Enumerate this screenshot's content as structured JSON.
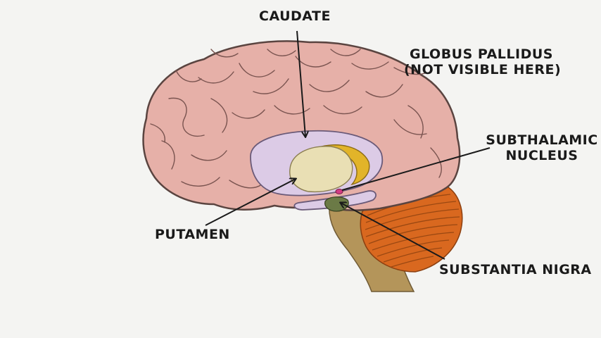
{
  "labels": {
    "caudate": "CAUDATE",
    "globus_pallidus_line1": "GLOBUS PALLIDUS",
    "globus_pallidus_line2": "(NOT VISIBLE HERE)",
    "subthalamic_line1": "SUBTHALAMIC",
    "subthalamic_line2": "NUCLEUS",
    "putamen": "PUTAMEN",
    "substantia_nigra": "SUBSTANTIA NIGRA"
  },
  "colors": {
    "background": "#f4f4f2",
    "cortex": "#e6b0a8",
    "cortex_outline": "#5a4440",
    "caudate": "#dccbe6",
    "putamen": "#e9dfb4",
    "globus_pallidus_region": "#e2b429",
    "substantia_nigra": "#6b7a46",
    "subthalamic_nucleus": "#d23b84",
    "cerebellum": "#d9681f",
    "brainstem": "#b4955a"
  }
}
